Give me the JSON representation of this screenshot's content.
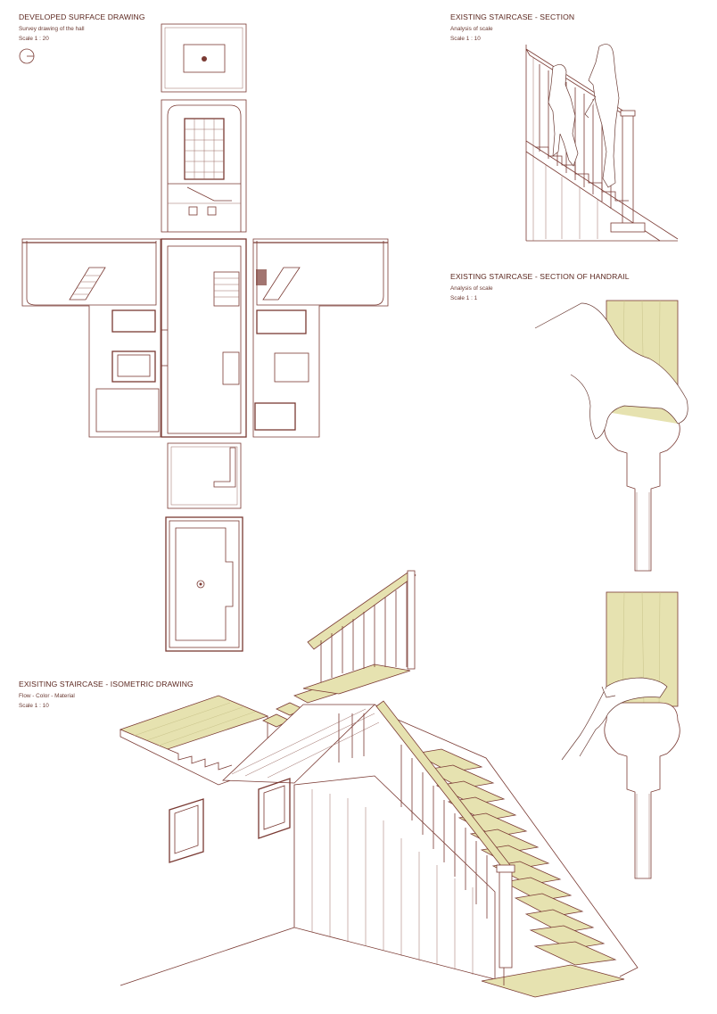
{
  "captions": {
    "surface": {
      "title": "DEVELOPED SURFACE DRAWING",
      "subtitle": "Survey drawing of the hall",
      "scale": "Scale 1 : 20"
    },
    "section": {
      "title": "EXISTING STAIRCASE - SECTION",
      "subtitle": "Analysis of scale",
      "scale": "Scale 1 : 10"
    },
    "handrail": {
      "title": "EXISTING STAIRCASE - SECTION OF HANDRAIL",
      "subtitle": "Analysis of scale",
      "scale": "Scale 1 : 1"
    },
    "isometric": {
      "title": "EXISITING STAIRCASE - ISOMETRIC DRAWING",
      "subtitle": "Flow - Color - Material",
      "scale": "Scale 1 : 10"
    }
  },
  "colors": {
    "line": "#7a3a33",
    "wood": "#e6e2b0",
    "text": "#5c2820"
  },
  "icons": [
    "north-arrow-icon"
  ]
}
